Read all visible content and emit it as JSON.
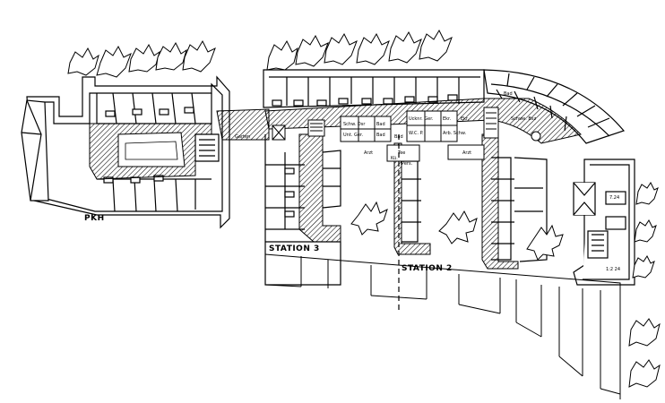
{
  "labels": {
    "pkh": "PKH",
    "station3": "STATION 3",
    "station2": "STATION 2"
  },
  "room_labels": {
    "garten": "Garten",
    "schw_dsr": "Schw. Dsr",
    "bad1": "Bad",
    "unt_geraet": "Unt. Ger.",
    "bad2": "Bad",
    "ucknr_ger": "Ucknr. Ger.",
    "ekr1": "Ekr.",
    "bad3": "Bad",
    "ekr2": "Ekr.",
    "wc_p": "W.C. P.",
    "arb_schw": "Arb. Schw.",
    "bad4": "Bad",
    "schwe_bsz": "Schwe. Bsz",
    "arzt1": "Arzt",
    "arzt2": "Arzt",
    "tee": "Tee",
    "kuche": "Kü.",
    "personal": "Pers.",
    "dim1": "7.24",
    "dim2": "1:2 24"
  },
  "colors": {
    "ink": "#000000",
    "paper": "#ffffff"
  }
}
